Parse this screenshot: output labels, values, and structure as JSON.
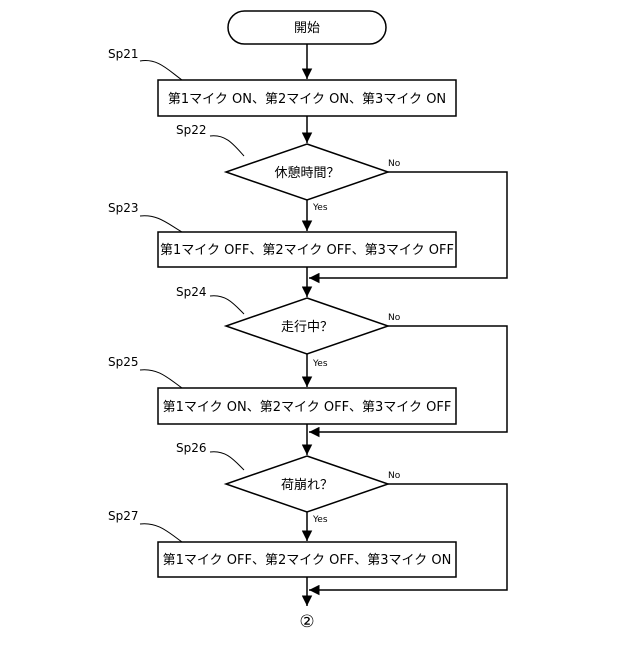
{
  "start": {
    "label": "開始"
  },
  "steps": [
    {
      "id": "Sp21",
      "text": "第1マイク ON、第2マイク ON、第3マイク ON"
    },
    {
      "id": "Sp22",
      "text": "休憩時間？",
      "yes": "Yes",
      "no": "No"
    },
    {
      "id": "Sp23",
      "text": "第1マイク OFF、第2マイク OFF、第3マイク OFF"
    },
    {
      "id": "Sp24",
      "text": "走行中？",
      "yes": "Yes",
      "no": "No"
    },
    {
      "id": "Sp25",
      "text": "第1マイク  ON、第2マイク OFF、第3マイク OFF"
    },
    {
      "id": "Sp26",
      "text": "荷崩れ？",
      "yes": "Yes",
      "no": "No"
    },
    {
      "id": "Sp27",
      "text": "第1マイク OFF、第2マイク  OFF、第3マイク ON"
    }
  ],
  "connector": {
    "label": "②"
  }
}
